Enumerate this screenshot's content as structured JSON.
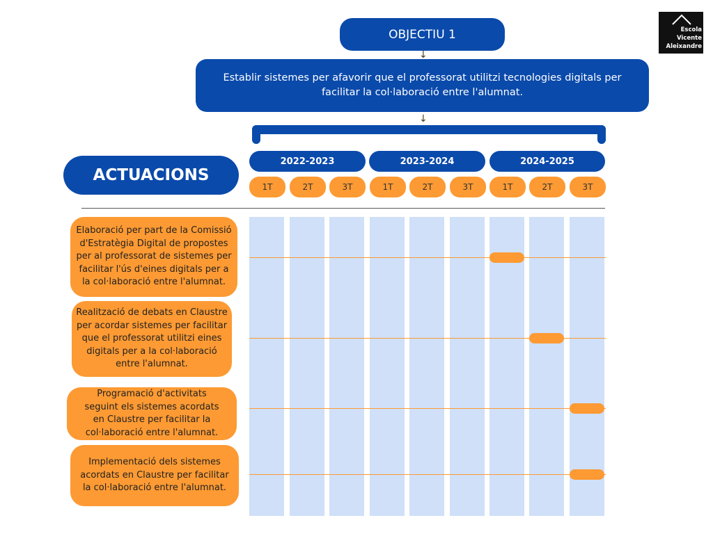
{
  "logo": {
    "text": "Escola Vicente Aleixandre"
  },
  "objective": {
    "title": "OBJECTIU 1",
    "description": "Establir sistemes per afavorir que el professorat utilitzi tecnologies digitals per facilitar la col·laboració entre l'alumnat."
  },
  "actuacions_label": "ACTUACIONS",
  "years": [
    "2022-2023",
    "2023-2024",
    "2024-2025"
  ],
  "quarters": [
    "1T",
    "2T",
    "3T",
    "1T",
    "2T",
    "3T",
    "1T",
    "2T",
    "3T"
  ],
  "actions": [
    {
      "text": "Elaboració per part de la Comissió d'Estratègia Digital de propostes per al professorat de sistemes per facilitar l'ús d'eines digitals per a la col·laboració entre l'alumnat.",
      "scheduled_quarter_index": 6
    },
    {
      "text": "Realització de debats en Claustre per acordar sistemes per facilitar que el professorat utilitzi eines digitals per a la col·laboració entre l'alumnat.",
      "scheduled_quarter_index": 7
    },
    {
      "text": "Programació d'activitats seguint els sistemes acordats en Claustre per facilitar la col·laboració entre l'alumnat.",
      "scheduled_quarter_index": 8
    },
    {
      "text": "Implementació dels sistemes acordats en Claustre per facilitar la col·laboració entre l'alumnat.",
      "scheduled_quarter_index": 8
    }
  ],
  "colors": {
    "blue": "#0a4aab",
    "orange": "#fd9a33",
    "light_blue": "#cfe0f8"
  }
}
